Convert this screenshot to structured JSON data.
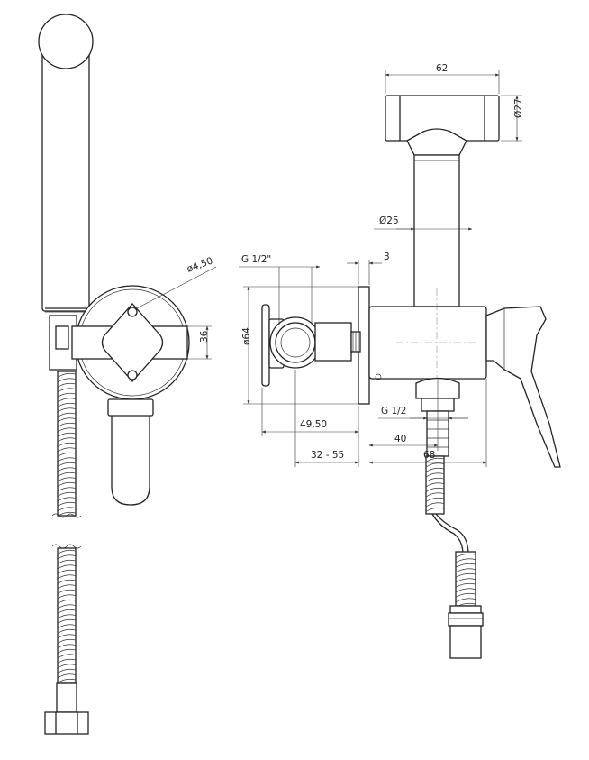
{
  "dimensions": {
    "d62": "62",
    "d27": "Ø27",
    "d25": "Ø25",
    "g12in": "G 1/2\"",
    "d3": "3",
    "d450": "ø4,50",
    "d64": "ø64",
    "d36": "36",
    "d4950": "49,50",
    "g12": "G 1/2",
    "d40": "40",
    "d3255": "32 - 55",
    "d68": "68"
  },
  "colors": {
    "line": "#222222",
    "background": "#ffffff"
  }
}
